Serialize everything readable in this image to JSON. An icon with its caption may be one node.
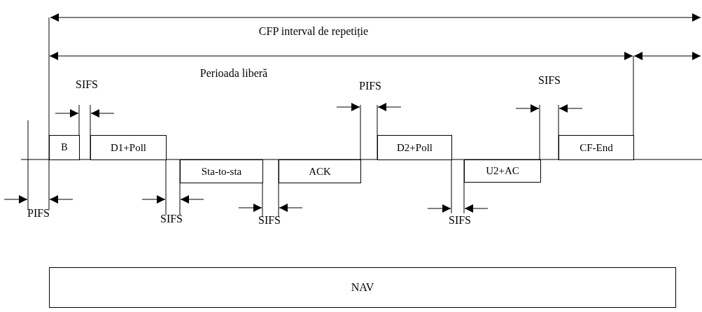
{
  "diagram": {
    "nodes": [
      {
        "text": [
          "B"
        ]
      },
      {
        "text": [
          "D1+Poll"
        ]
      },
      {
        "text": [
          "Sta-to-sta"
        ]
      },
      {
        "text": [
          "ACK"
        ]
      },
      {
        "text": [
          "D2+Poll"
        ]
      },
      {
        "text": [
          "U2+AC"
        ]
      },
      {
        "text": [
          "CF-End"
        ]
      },
      {
        "text": [
          "NAV"
        ]
      }
    ],
    "labels": [
      "CFP interval de repetiție",
      "Perioada liberă",
      "SIFS",
      "PIFS",
      "SIFS",
      "PIFS",
      "SIFS",
      "SIFS",
      "SIFS"
    ]
  }
}
